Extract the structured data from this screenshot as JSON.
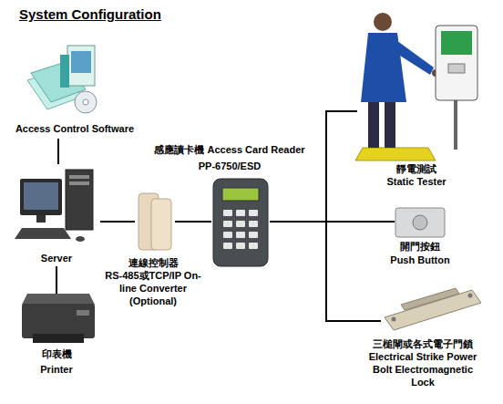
{
  "diagram": {
    "title": "System Configuration",
    "nodes": [
      {
        "text": [
          "Access Control Software"
        ]
      },
      {
        "text": [
          "Server"
        ]
      },
      {
        "text": [
          "印表機",
          "Printer"
        ]
      },
      {
        "text": [
          "連線控制器",
          "RS-485或TCP/IP On-line Converter (Optional)"
        ]
      },
      {
        "text": [
          "感應讀卡機 Access Card Reader",
          "PP-6750/ESD"
        ]
      },
      {
        "text": [
          "靜電測試",
          "Static Tester"
        ]
      },
      {
        "text": [
          "開門按鈕",
          "Push Button"
        ]
      },
      {
        "text": [
          "三槌閘或各式電子門鎖",
          "Electrical Strike Power Bolt Electromagnetic Lock"
        ]
      }
    ],
    "edges": [
      {
        "from": 0,
        "to": 1,
        "arrow": "none"
      },
      {
        "from": 1,
        "to": 2,
        "arrow": "none"
      },
      {
        "from": 1,
        "to": 3,
        "arrow": "none"
      },
      {
        "from": 3,
        "to": 4,
        "arrow": "none"
      },
      {
        "from": 4,
        "to": 5,
        "arrow": "none"
      },
      {
        "from": 4,
        "to": 6,
        "arrow": "none"
      },
      {
        "from": 4,
        "to": 7,
        "arrow": "none"
      }
    ]
  }
}
